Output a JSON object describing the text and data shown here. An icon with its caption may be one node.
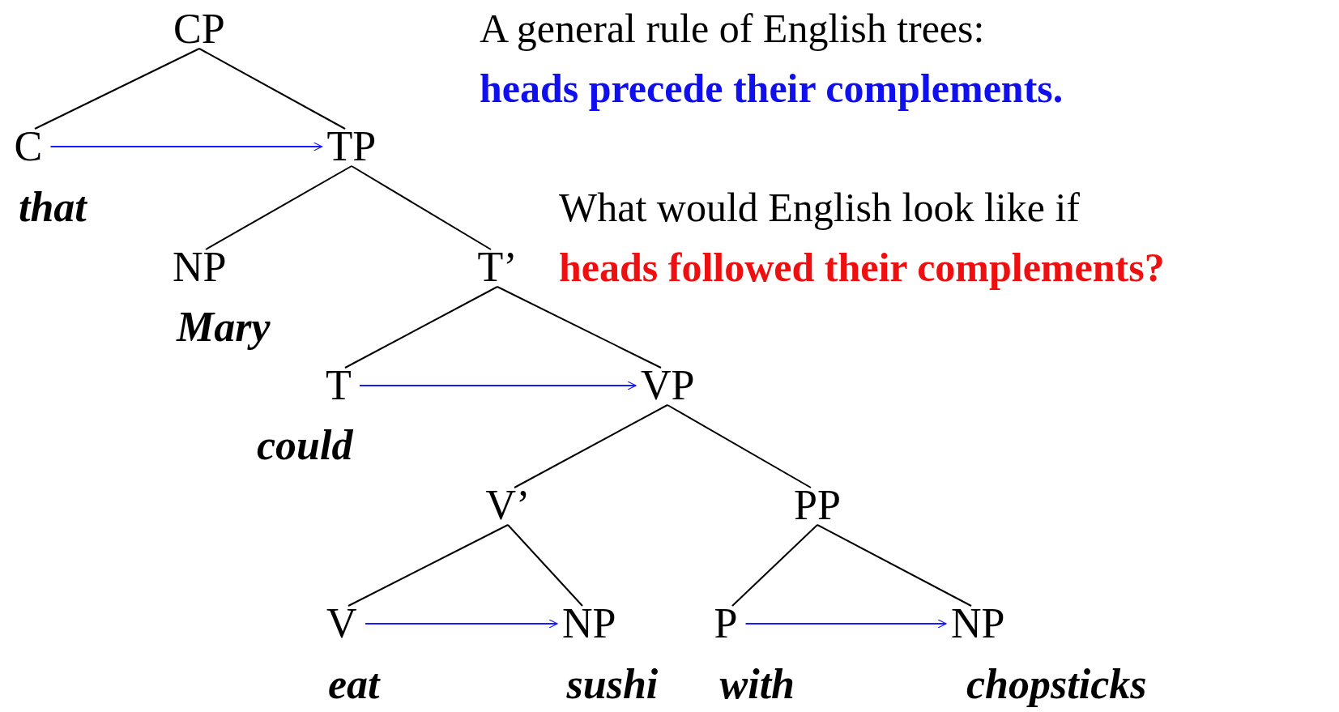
{
  "diagram": {
    "nodes": [
      {
        "text": [
          "CP"
        ]
      },
      {
        "text": [
          "C"
        ],
        "beside": [
          "that"
        ]
      },
      {
        "text": [
          "TP"
        ]
      },
      {
        "text": [
          "NP"
        ],
        "beside": [
          "Mary"
        ]
      },
      {
        "text": [
          "T’"
        ]
      },
      {
        "text": [
          "T"
        ],
        "beside": [
          "could"
        ]
      },
      {
        "text": [
          "VP"
        ]
      },
      {
        "text": [
          "V’"
        ]
      },
      {
        "text": [
          "PP"
        ]
      },
      {
        "text": [
          "V"
        ],
        "beside": [
          "eat"
        ]
      },
      {
        "text": [
          "NP"
        ],
        "beside": [
          "sushi"
        ]
      },
      {
        "text": [
          "P"
        ],
        "beside": [
          "with"
        ]
      },
      {
        "text": [
          "NP"
        ],
        "beside": [
          "chopsticks"
        ]
      }
    ],
    "edges": [
      {
        "from": 0,
        "to": 1,
        "arrow": "none"
      },
      {
        "from": 0,
        "to": 2,
        "arrow": "none"
      },
      {
        "from": 1,
        "to": 2,
        "arrow": "to",
        "color": "#1a1aff"
      },
      {
        "from": 2,
        "to": 3,
        "arrow": "none"
      },
      {
        "from": 2,
        "to": 4,
        "arrow": "none"
      },
      {
        "from": 4,
        "to": 5,
        "arrow": "none"
      },
      {
        "from": 4,
        "to": 6,
        "arrow": "none"
      },
      {
        "from": 5,
        "to": 6,
        "arrow": "to",
        "color": "#1a1aff"
      },
      {
        "from": 6,
        "to": 7,
        "arrow": "none"
      },
      {
        "from": 6,
        "to": 8,
        "arrow": "none"
      },
      {
        "from": 7,
        "to": 9,
        "arrow": "none"
      },
      {
        "from": 7,
        "to": 10,
        "arrow": "none"
      },
      {
        "from": 9,
        "to": 10,
        "arrow": "to",
        "color": "#1a1aff"
      },
      {
        "from": 8,
        "to": 11,
        "arrow": "none"
      },
      {
        "from": 8,
        "to": 12,
        "arrow": "none"
      },
      {
        "from": 11,
        "to": 12,
        "arrow": "to",
        "color": "#1a1aff"
      }
    ],
    "labels": [
      "A general rule of English trees:",
      "heads precede their complements.",
      "What would English look like if",
      "heads followed their complements?"
    ]
  }
}
